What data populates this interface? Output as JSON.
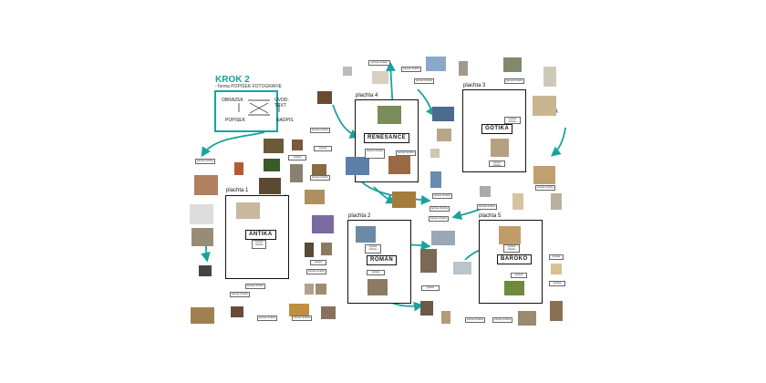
{
  "step": {
    "title": "KROK 2",
    "subtitle": "- forma POPISEK FOTOGRAFIE",
    "legend": {
      "image": "OBRÁZEK",
      "intro": "ÚVOD. TEXT",
      "caption": "POPISEK",
      "heading": "NADPIS"
    }
  },
  "boards": [
    {
      "id": "plachta-1",
      "label": "plachta 1",
      "style": "ANTIKA"
    },
    {
      "id": "plachta-2",
      "label": "plachta 2",
      "style": "ROMÁN"
    },
    {
      "id": "plachta-3",
      "label": "plachta 3",
      "style": "GOTIKA"
    },
    {
      "id": "plachta-4",
      "label": "plachta 4",
      "style": "RENESANCE"
    },
    {
      "id": "plachta-5",
      "label": "plachta 5",
      "style": "BAROKO"
    }
  ],
  "caption_text": "popisek obrázku",
  "colors": {
    "accent": "#1aa39e",
    "frame": "#111111"
  }
}
